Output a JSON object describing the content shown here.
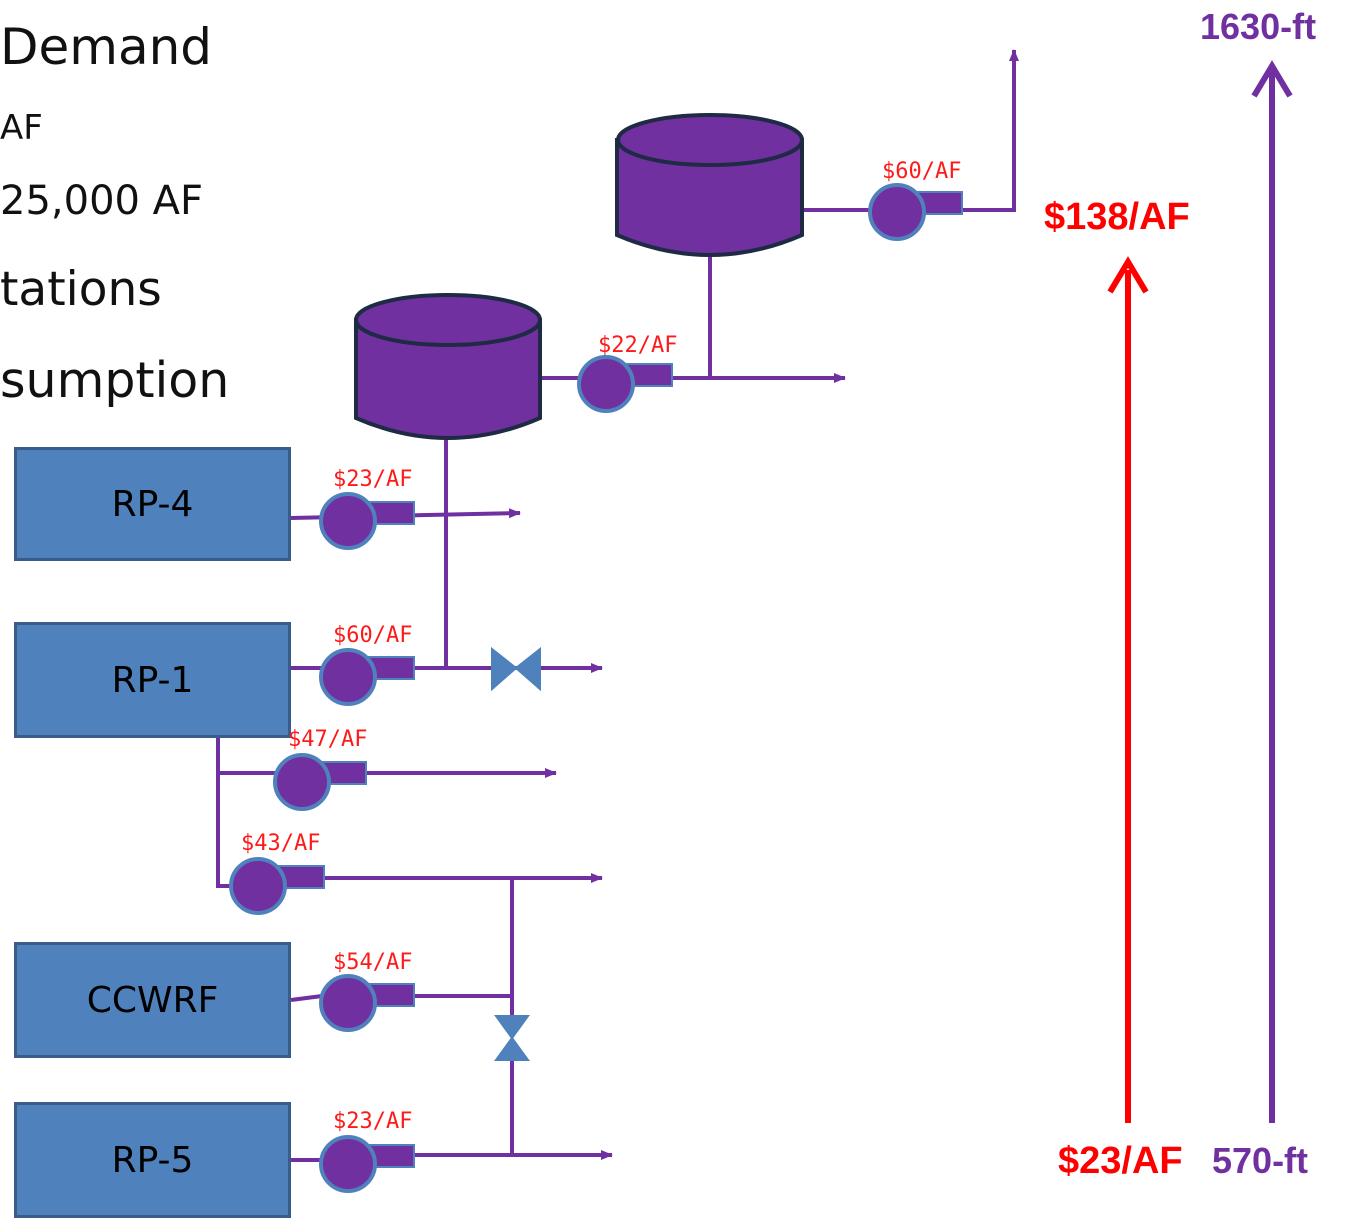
{
  "bullets": {
    "line1": "Demand",
    "line2": "AF",
    "line3": "25,000 AF",
    "line4": "tations",
    "line5": "sumption"
  },
  "plants": {
    "rp4": "RP-4",
    "rp1": "RP-1",
    "ccwrf": "CCWRF",
    "rp5": "RP-5"
  },
  "pump_costs": {
    "upper_reservoir": "$60/AF",
    "lower_reservoir": "$22/AF",
    "rp4": "$23/AF",
    "rp1": "$60/AF",
    "rp1_branch_a": "$47/AF",
    "rp1_branch_b": "$43/AF",
    "ccwrf": "$54/AF",
    "rp5": "$23/AF"
  },
  "cost_scale": {
    "top": "$138/AF",
    "bottom": "$23/AF"
  },
  "elevation_scale": {
    "top": "1630-ft",
    "bottom": "570-ft"
  },
  "colors": {
    "pipe": "#7030a0",
    "plant_box": "#4f81bd",
    "cost_text": "#ff0000",
    "elevation_text": "#7030a0",
    "valve": "#4f81bd"
  }
}
